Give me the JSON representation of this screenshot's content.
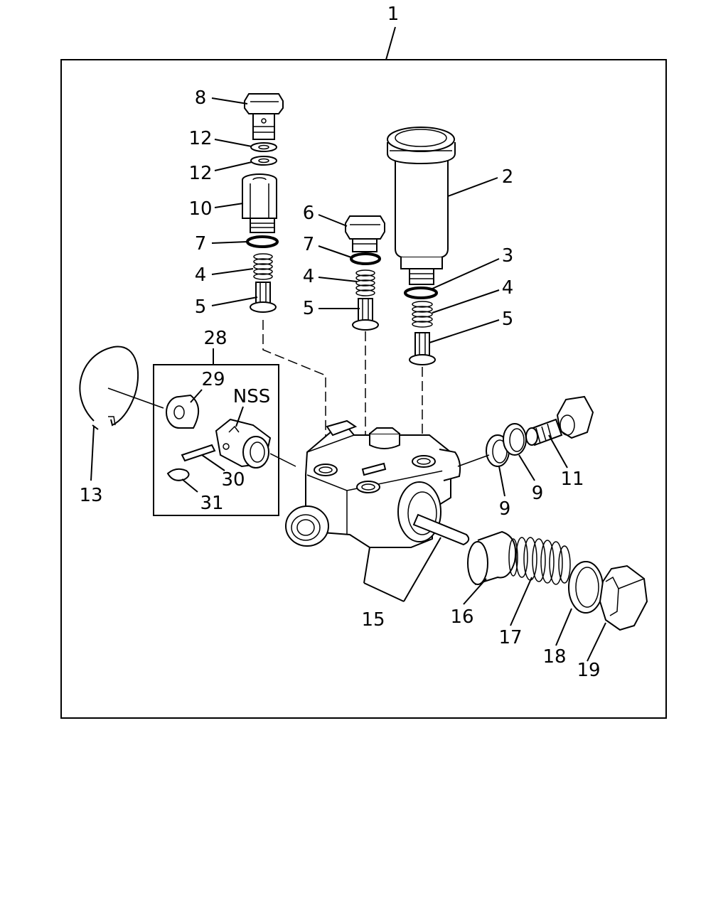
{
  "labels": {
    "p1": "1",
    "p2": "2",
    "p3": "3",
    "p4a": "4",
    "p4b": "4",
    "p4c": "4",
    "p5a": "5",
    "p5b": "5",
    "p5c": "5",
    "p6": "6",
    "p7a": "7",
    "p7b": "7",
    "p8": "8",
    "p9a": "9",
    "p9b": "9",
    "p10": "10",
    "p11": "11",
    "p12a": "12",
    "p12b": "12",
    "p13": "13",
    "p15": "15",
    "p16": "16",
    "p17": "17",
    "p18": "18",
    "p19": "19",
    "p28": "28",
    "p29": "29",
    "p30": "30",
    "p31": "31",
    "nss": "NSS"
  }
}
